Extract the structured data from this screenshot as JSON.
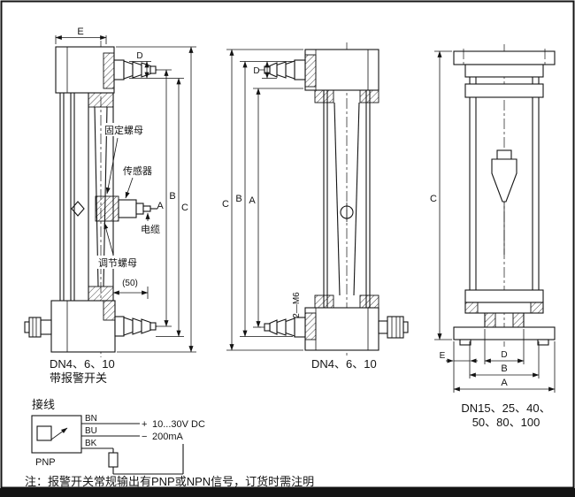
{
  "colors": {
    "ink": "#141414",
    "background": "#ffffff"
  },
  "figures": {
    "left": {
      "dim_E": "E",
      "dim_D": "D",
      "dim_A": "A",
      "dim_B": "B",
      "dim_C": "C",
      "dim_50": "(50)",
      "label_fixing_nut": "固定螺母",
      "label_sensor": "传感器",
      "label_cable": "电缆",
      "label_adjust_nut": "调节螺母",
      "caption1": "DN4、6、10",
      "caption2": "带报警开关"
    },
    "middle": {
      "dim_D": "D",
      "dim_A": "A",
      "dim_B": "B",
      "dim_C": "C",
      "label_bolts": "2—M6",
      "caption": "DN4、6、10"
    },
    "right": {
      "dim_E": "E",
      "dim_D": "D",
      "dim_A": "A",
      "dim_B": "B",
      "dim_C": "C",
      "caption1": "DN15、25、40、",
      "caption2": "50、80、100"
    }
  },
  "wiring": {
    "title": "接线",
    "wire_bn": "BN",
    "wire_bu": "BU",
    "wire_bk": "BK",
    "plus": "+",
    "minus": "−",
    "supply": "10...30V DC",
    "current": "200mA",
    "type": "PNP"
  },
  "note": "注：报警开关常规输出有PNP或NPN信号，订货时需注明"
}
